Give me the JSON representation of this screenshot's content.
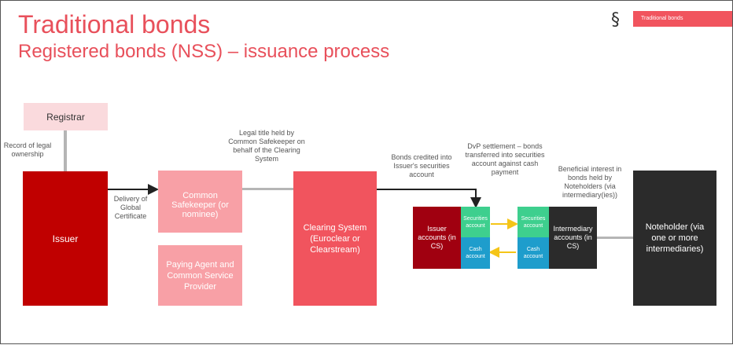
{
  "header": {
    "title": "Traditional bonds",
    "subtitle": "Registered bonds (NSS) – issuance process",
    "tag": "Traditional bonds",
    "logo": "§"
  },
  "nodes": {
    "registrar": "Registrar",
    "issuer": "Issuer",
    "common_safekeeper": "Common Safekeeper (or nominee)",
    "paying_agent": "Paying Agent and Common Service Provider",
    "clearing_system": "Clearing System (Euroclear or Clearstream)",
    "issuer_accounts": "Issuer accounts (in CS)",
    "securities_account_1": "Securities account",
    "cash_account_1": "Cash account",
    "securities_account_2": "Securities account",
    "cash_account_2": "Cash account",
    "intermediary_accounts": "Intermediary accounts (in CS)",
    "noteholder": "Noteholder (via one or more intermediaries)"
  },
  "notes": {
    "record_of_legal_ownership": "Record of legal ownership",
    "delivery_of_global_certificate": "Delivery of Global Certificate",
    "legal_title_held": "Legal title held by Common Safekeeper on behalf of the Clearing System",
    "bonds_credited": "Bonds credited into Issuer's securities account",
    "dvp_settlement": "DvP settlement – bonds transferred into securities account against cash payment",
    "beneficial_interest": "Beneficial interest in bonds held by Noteholders (via intermediary(ies))"
  },
  "colors": {
    "accent": "#e8505b",
    "registrar_fill": "#fadadd",
    "issuer_fill": "#c00000",
    "safekeeper_fill": "#f8a0a6",
    "clearing_fill": "#f1545e",
    "issuer_accounts_fill": "#a00010",
    "securities_fill": "#3ecf8e",
    "cash_fill": "#1e9dcc",
    "intermediary_fill": "#2b2b2b",
    "noteholder_fill": "#2b2b2b",
    "dvp_arrow": "#f5c518"
  }
}
